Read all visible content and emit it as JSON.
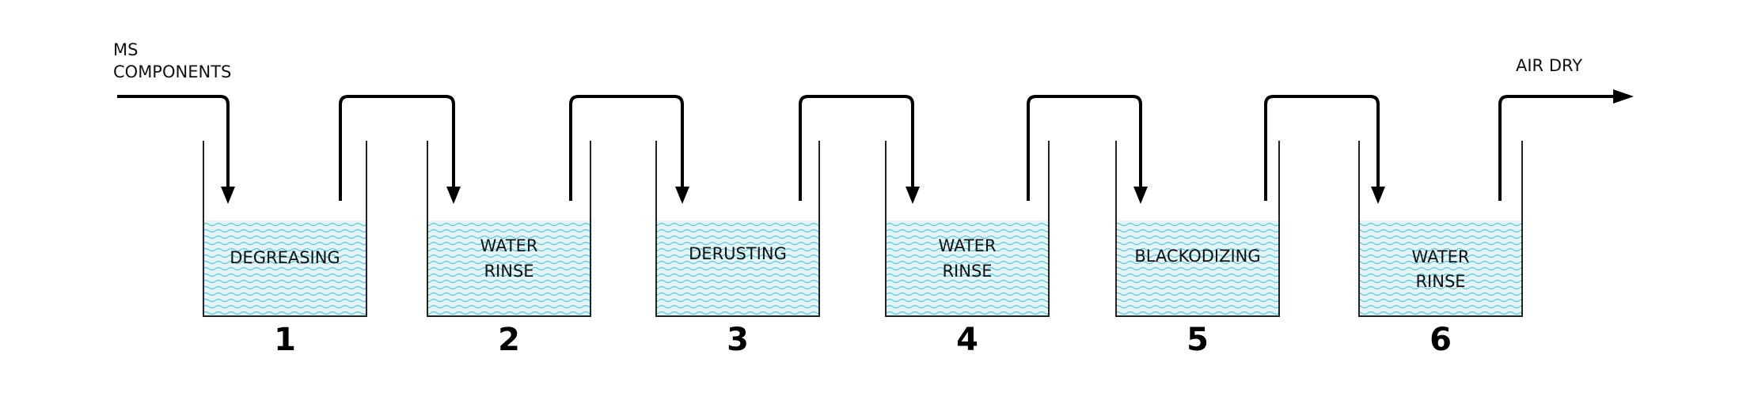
{
  "input_label": [
    "MS",
    "COMPONENTS"
  ],
  "output_label": "AIR DRY",
  "water_color": "#5bc6d6",
  "water_fill": "#e4f5f8",
  "tanks": [
    {
      "number": "1",
      "lines": [
        "DEGREASING"
      ]
    },
    {
      "number": "2",
      "lines": [
        "WATER",
        "RINSE"
      ]
    },
    {
      "number": "3",
      "lines": [
        "DERUSTING"
      ]
    },
    {
      "number": "4",
      "lines": [
        "WATER",
        "RINSE"
      ]
    },
    {
      "number": "5",
      "lines": [
        "BLACKODIZING"
      ]
    },
    {
      "number": "6",
      "lines": [
        "WATER",
        "RINSE"
      ]
    }
  ]
}
